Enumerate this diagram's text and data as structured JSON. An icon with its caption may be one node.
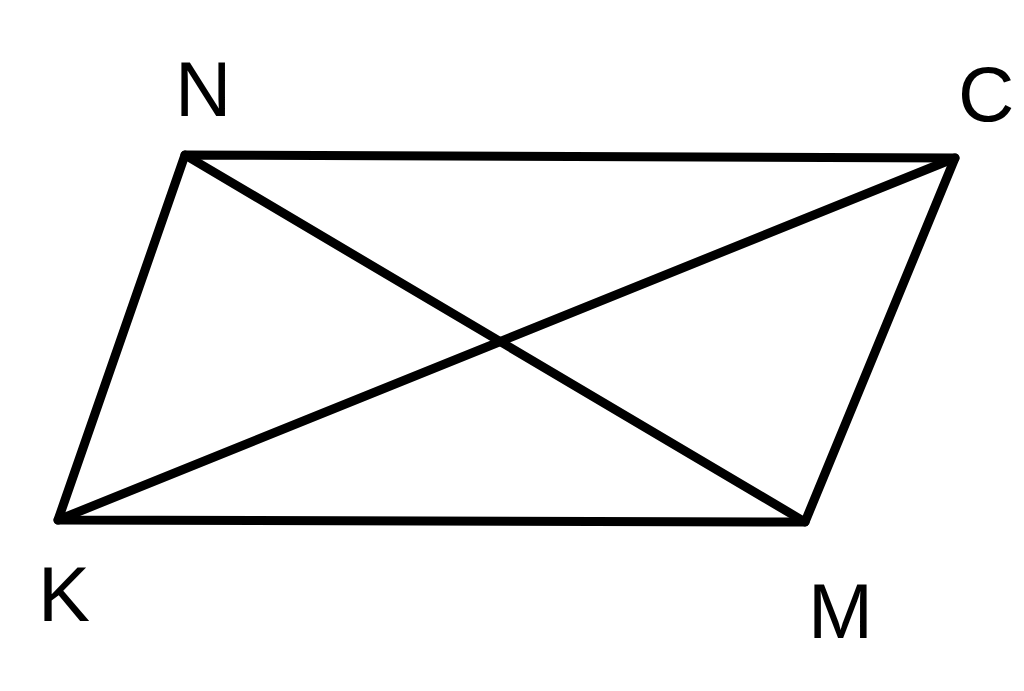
{
  "diagram": {
    "labels": [
      "N",
      "C",
      "K",
      "M"
    ]
  }
}
